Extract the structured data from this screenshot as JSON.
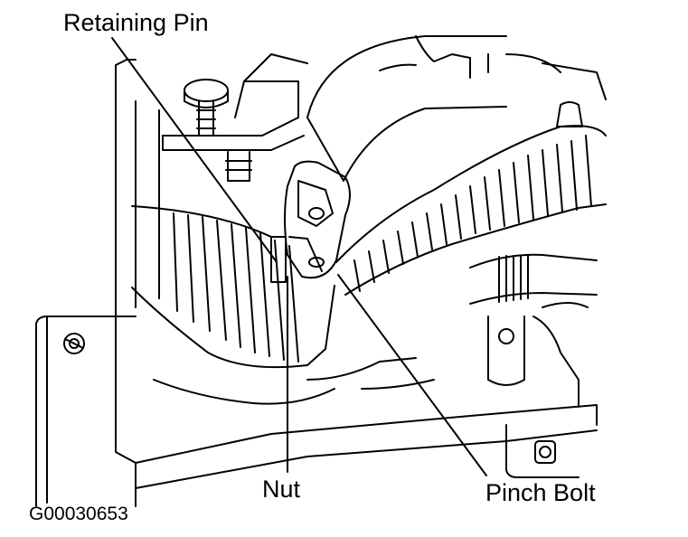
{
  "callouts": {
    "retaining_pin": "Retaining Pin",
    "nut": "Nut",
    "pinch_bolt": "Pinch Bolt"
  },
  "figure_id": "G00030653"
}
